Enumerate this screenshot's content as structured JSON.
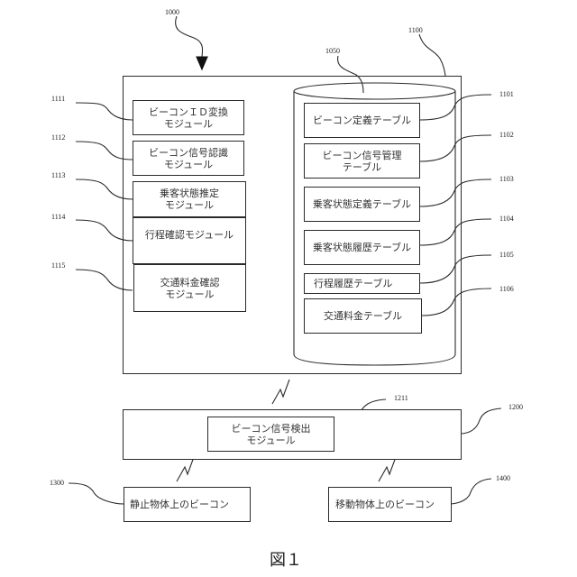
{
  "figure_label": "図１",
  "system": {
    "ref": "1000",
    "server": {
      "ref": "1100",
      "modules": [
        {
          "ref": "1111",
          "line1": "ビーコンＩＤ変換",
          "line2": "モジュール"
        },
        {
          "ref": "1112",
          "line1": "ビーコン信号認識",
          "line2": "モジュール"
        },
        {
          "ref": "1113",
          "line1": "乗客状態推定",
          "line2": "モジュール"
        },
        {
          "ref": "1114",
          "line1": "行程確認モジュール",
          "line2": ""
        },
        {
          "ref": "1115",
          "line1": "交通料金確認",
          "line2": "モジュール"
        }
      ],
      "database": {
        "ref": "1050",
        "tables": [
          {
            "ref": "1101",
            "line1": "ビーコン定義テーブル",
            "line2": ""
          },
          {
            "ref": "1102",
            "line1": "ビーコン信号管理",
            "line2": "テーブル"
          },
          {
            "ref": "1103",
            "line1": "乗客状態定義テーブル",
            "line2": ""
          },
          {
            "ref": "1104",
            "line1": "乗客状態履歴テーブル",
            "line2": ""
          },
          {
            "ref": "1105",
            "line1": "行程履歴テーブル",
            "line2": ""
          },
          {
            "ref": "1106",
            "line1": "交通料金テーブル",
            "line2": ""
          }
        ]
      }
    },
    "terminal": {
      "ref": "1200",
      "module": {
        "ref": "1211",
        "line1": "ビーコン信号検出",
        "line2": "モジュール"
      }
    },
    "beacons": [
      {
        "ref": "1300",
        "label": "静止物体上のビーコン"
      },
      {
        "ref": "1400",
        "label": "移動物体上のビーコン"
      }
    ]
  }
}
